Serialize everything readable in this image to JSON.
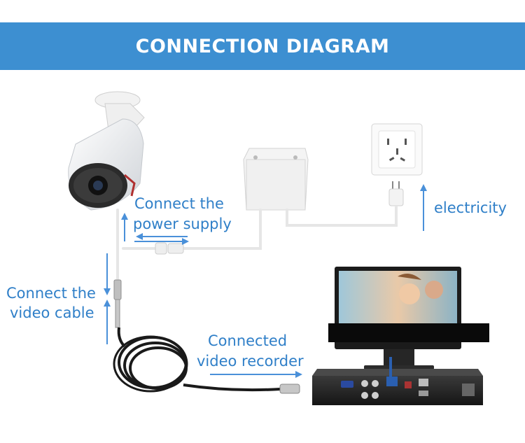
{
  "header": {
    "title": "CONNECTION DIAGRAM"
  },
  "labels": {
    "power_line1": "Connect the",
    "power_line2": "power supply",
    "electricity": "electricity",
    "video_line1": "Connect the",
    "video_line2": "video cable",
    "recorder_line1": "Connected",
    "recorder_line2": "video recorder"
  },
  "colors": {
    "banner": "#3d8fd1",
    "label_text": "#2f7fc8",
    "arrow": "#4a90d9",
    "cable_white": "#e6e6e6",
    "cable_black": "#1a1a1a"
  }
}
